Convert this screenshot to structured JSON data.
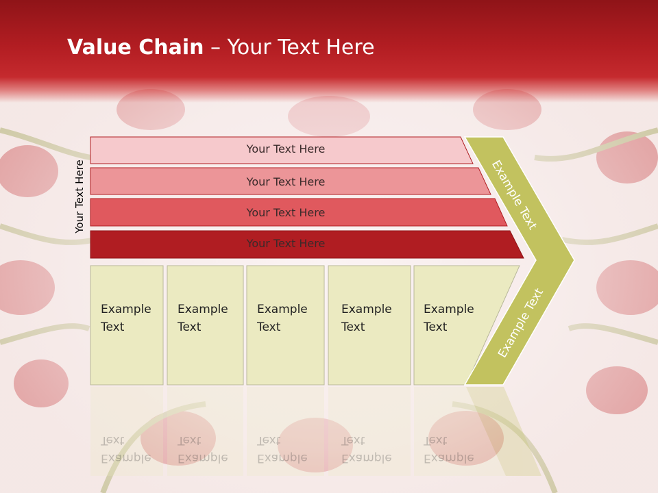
{
  "slide": {
    "title_bold": "Value Chain",
    "title_rest": " – Your Text Here",
    "side_label": "Your Text Here"
  },
  "bands": [
    {
      "label": "Your Text Here",
      "color": "#f6c9cc"
    },
    {
      "label": "Your Text Here",
      "color": "#ec9598"
    },
    {
      "label": "Your Text Here",
      "color": "#e0595e"
    },
    {
      "label": "Your Text Here",
      "color": "#b01d22"
    }
  ],
  "boxes": [
    {
      "line1": "Example",
      "line2": "Text"
    },
    {
      "line1": "Example",
      "line2": "Text"
    },
    {
      "line1": "Example",
      "line2": "Text"
    },
    {
      "line1": "Example",
      "line2": "Text"
    },
    {
      "line1": "Example",
      "line2": "Text"
    }
  ],
  "arrow": {
    "upper_text": "Example Text",
    "lower_text": "Example Text",
    "color": "#c2c25f"
  },
  "colors": {
    "box_fill": "#ebeac1",
    "box_border": "#b8b899",
    "header": "#b21d22"
  }
}
